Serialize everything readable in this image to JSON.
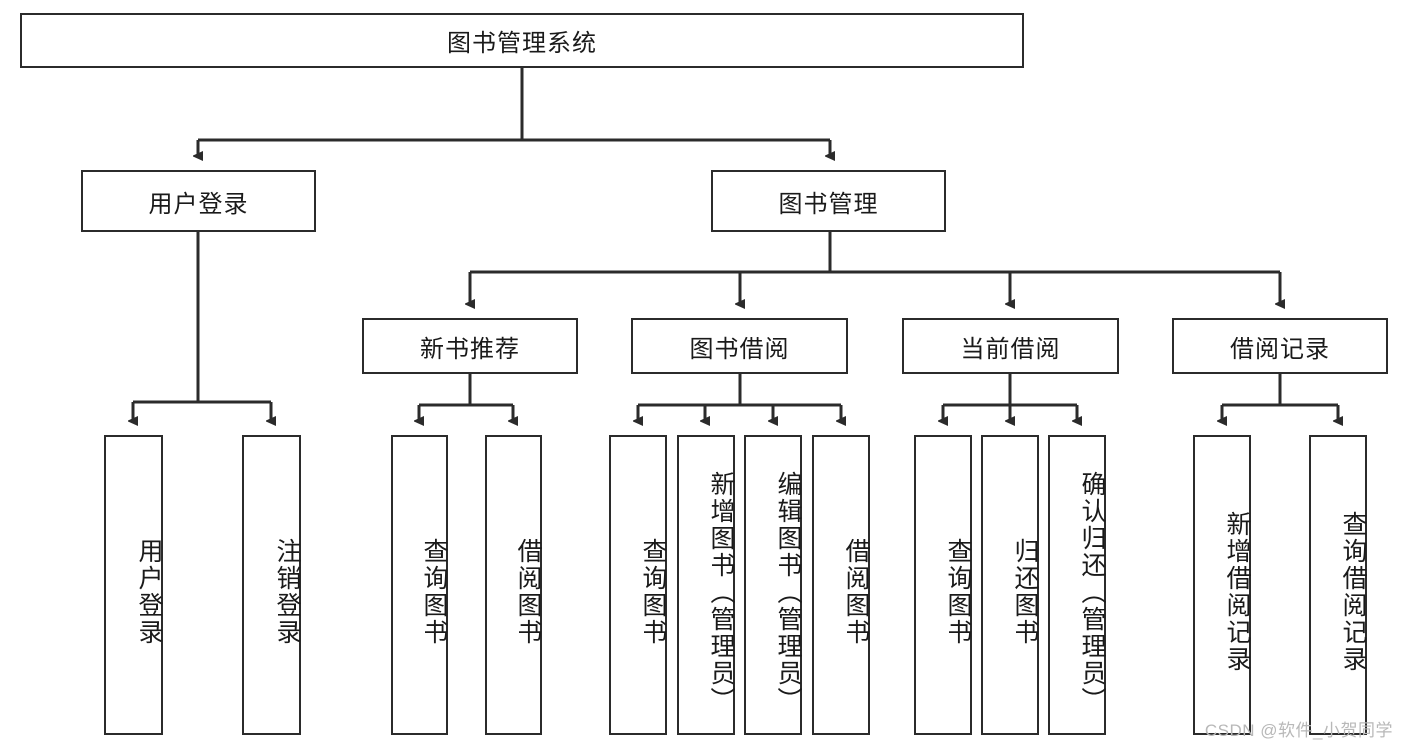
{
  "diagram": {
    "type": "tree-hierarchy",
    "title": "图书管理系统",
    "watermark": "CSDN @软件_小贺同学",
    "colors": {
      "box_border": "#2b2b2b",
      "box_fill": "#ffffff",
      "connector": "#2b2b2b",
      "text": "#1a1a1a",
      "watermark": "#b8b8b8"
    },
    "root": {
      "label": "图书管理系统"
    },
    "level2": [
      {
        "label": "用户登录"
      },
      {
        "label": "图书管理"
      }
    ],
    "level3": [
      {
        "label": "新书推荐"
      },
      {
        "label": "图书借阅"
      },
      {
        "label": "当前借阅"
      },
      {
        "label": "借阅记录"
      }
    ],
    "leaves": {
      "user_login": [
        {
          "label": "用户登录"
        },
        {
          "label": "注销登录"
        }
      ],
      "new_book_recommend": [
        {
          "label": "查询图书"
        },
        {
          "label": "借阅图书"
        }
      ],
      "book_borrow": [
        {
          "label": "查询图书"
        },
        {
          "label": "新增图书（管理员）"
        },
        {
          "label": "编辑图书（管理员）"
        },
        {
          "label": "借阅图书"
        }
      ],
      "current_borrow": [
        {
          "label": "查询图书"
        },
        {
          "label": "归还图书"
        },
        {
          "label": "确认归还（管理员）"
        }
      ],
      "borrow_record": [
        {
          "label": "新增借阅记录"
        },
        {
          "label": "查询借阅记录"
        }
      ]
    }
  }
}
